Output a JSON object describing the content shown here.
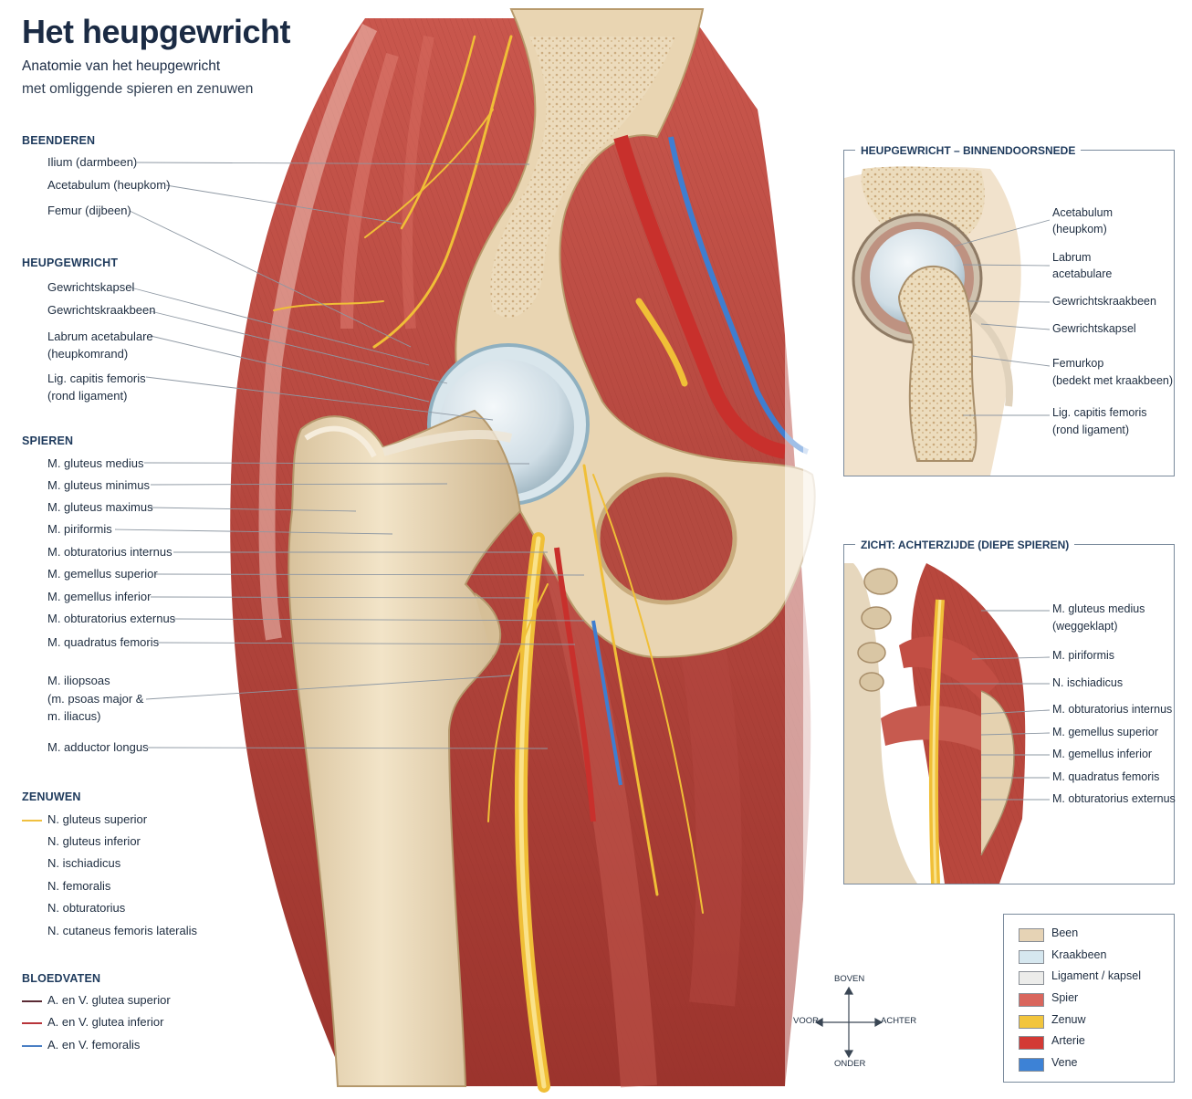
{
  "title": "Het heupgewricht",
  "subtitle_1": "Anatomie van het heupgewricht",
  "subtitle_2": "met omliggende spieren en zenuwen",
  "sections": {
    "beenderen": {
      "heading": "BEENDEREN",
      "items": [
        "Ilium (darmbeen)",
        "Acetabulum (heupkom)",
        "Femur (dijbeen)"
      ]
    },
    "heupgewricht": {
      "heading": "HEUPGEWRICHT",
      "items": [
        "Gewrichtskapsel",
        "Gewrichtskraakbeen",
        "Labrum acetabulare",
        "(heupkomrand)",
        "Lig. capitis femoris",
        "(rond ligament)"
      ]
    },
    "spieren": {
      "heading": "SPIEREN",
      "items": [
        "M. gluteus medius",
        "M. gluteus minimus",
        "M. gluteus maximus",
        "M. piriformis",
        "M. obturatorius internus",
        "M. gemellus superior",
        "M. gemellus inferior",
        "M. obturatorius externus",
        "M. quadratus femoris",
        "M. iliopsoas",
        "(m. psoas major &",
        "m. iliacus)",
        "M. adductor longus"
      ]
    },
    "zenuwen": {
      "heading": "ZENUWEN",
      "items": [
        "N.  gluteus superior",
        "N.  gluteus inferior",
        "N.  ischiadicus",
        "N.  femoralis",
        "N.  obturatorius",
        "N.  cutaneus femoris lateralis"
      ]
    },
    "bloedvaten": {
      "heading": "BLOEDVATEN",
      "items": [
        "A.  en V. glutea superior",
        "A.  en V. glutea inferior",
        "A.  en V. femoralis"
      ]
    }
  },
  "inset_1": {
    "title": "HEUPGEWRICHT – BINNENDOORSNEDE",
    "labels": [
      "Acetabulum",
      "(heupkom)",
      "Labrum",
      "acetabulare",
      "Gewrichtskraakbeen",
      "Gewrichtskapsel",
      "Femurkop",
      "(bedekt met kraakbeen)",
      "Lig. capitis femoris",
      "(rond ligament)"
    ]
  },
  "inset_2": {
    "title": "ZICHT: ACHTERZIJDE (DIEPE SPIEREN)",
    "labels": [
      "M. gluteus medius",
      "(weggeklapt)",
      "M. piriformis",
      "N. ischiadicus",
      "M. obturatorius internus",
      "M. gemellus superior",
      "M. gemellus inferior",
      "M. quadratus femoris",
      "M. obturatorius externus"
    ]
  },
  "legend": {
    "items": [
      {
        "label": "Been",
        "color": "#e6d3b5"
      },
      {
        "label": "Kraakbeen",
        "color": "#d6e7ef"
      },
      {
        "label": "Ligament / kapsel",
        "color": "#ececea"
      },
      {
        "label": "Spier",
        "color": "#d9665d"
      },
      {
        "label": "Zenuw",
        "color": "#f2c53d"
      },
      {
        "label": "Arterie",
        "color": "#d33a35"
      },
      {
        "label": "Vene",
        "color": "#3d82d6"
      }
    ]
  },
  "compass": {
    "up": "BOVEN",
    "down": "ONDER",
    "left": "VOOR",
    "right": "ACHTER"
  },
  "colors": {
    "nerve_line": "#f0c040",
    "vessel_superior": "#5a2a34",
    "vessel_inferior": "#b8343a",
    "vessel_femoralis": "#4a7fc4",
    "heading": "#1e3a5c",
    "muscle": "#c24a42",
    "bone": "#e6d4b4"
  }
}
